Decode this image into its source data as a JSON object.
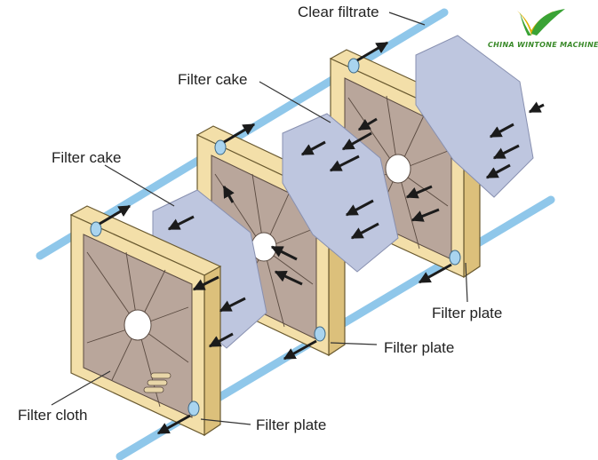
{
  "brand": {
    "name": "CHINA WINTONE MACHINERY",
    "logo_icon": "leaf-v-logo",
    "colors": {
      "green": "#3aa335",
      "yellow": "#e0b100",
      "text": "#3a8a2a"
    }
  },
  "labels": {
    "clear_filtrate": "Clear filtrate",
    "filter_cake_top": "Filter cake",
    "filter_cake_left": "Filter cake",
    "filter_cloth": "Filter cloth",
    "filter_plate_front": "Filter plate",
    "filter_plate_middle": "Filter plate",
    "filter_plate_back": "Filter plate"
  },
  "colors": {
    "plate_frame": "#f3dfa9",
    "plate_frame_dark": "#dcc07b",
    "plate_inner": "#b9a69b",
    "cake": "#bec6df",
    "pipe": "#8fc7ea",
    "arrow": "#1b1b1b"
  }
}
